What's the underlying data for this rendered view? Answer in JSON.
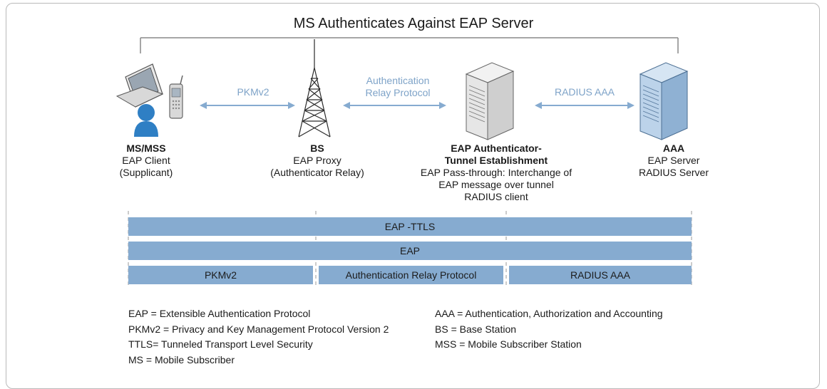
{
  "title": "MS Authenticates Against EAP Server",
  "nodes": [
    {
      "id": "ms",
      "bold": "MS/MSS",
      "lines": [
        "EAP Client",
        "(Supplicant)"
      ]
    },
    {
      "id": "bs",
      "bold": "BS",
      "lines": [
        "EAP Proxy",
        "(Authenticator Relay)"
      ]
    },
    {
      "id": "auth",
      "bold": "EAP Authenticator-",
      "bold2": "Tunnel Establishment",
      "lines": [
        "EAP Pass-through: Interchange of",
        "EAP message over tunnel",
        "RADIUS client"
      ]
    },
    {
      "id": "aaa",
      "bold": "AAA",
      "lines": [
        "EAP Server",
        "RADIUS Server"
      ]
    }
  ],
  "links": {
    "pkm": "PKMv2",
    "arp_line1": "Authentication",
    "arp_line2": "Relay Protocol",
    "radius": "RADIUS AAA"
  },
  "stack": {
    "ttls": "EAP -TTLS",
    "eap": "EAP",
    "seg1": "PKMv2",
    "seg2": "Authentication Relay Protocol",
    "seg3": "RADIUS AAA"
  },
  "legend_left": [
    "EAP = Extensible Authentication Protocol",
    "PKMv2 = Privacy and Key Management Protocol Version 2",
    "TTLS= Tunneled Transport Level Security",
    "MS = Mobile Subscriber"
  ],
  "legend_right": [
    "AAA = Authentication, Authorization and Accounting",
    "BS = Base Station",
    "MSS = Mobile Subscriber Station"
  ],
  "colors": {
    "accent": "#86abd0",
    "link_text": "#7ea3c8",
    "user_icon": "#2f7fc4",
    "server": "#bcd3ea"
  }
}
